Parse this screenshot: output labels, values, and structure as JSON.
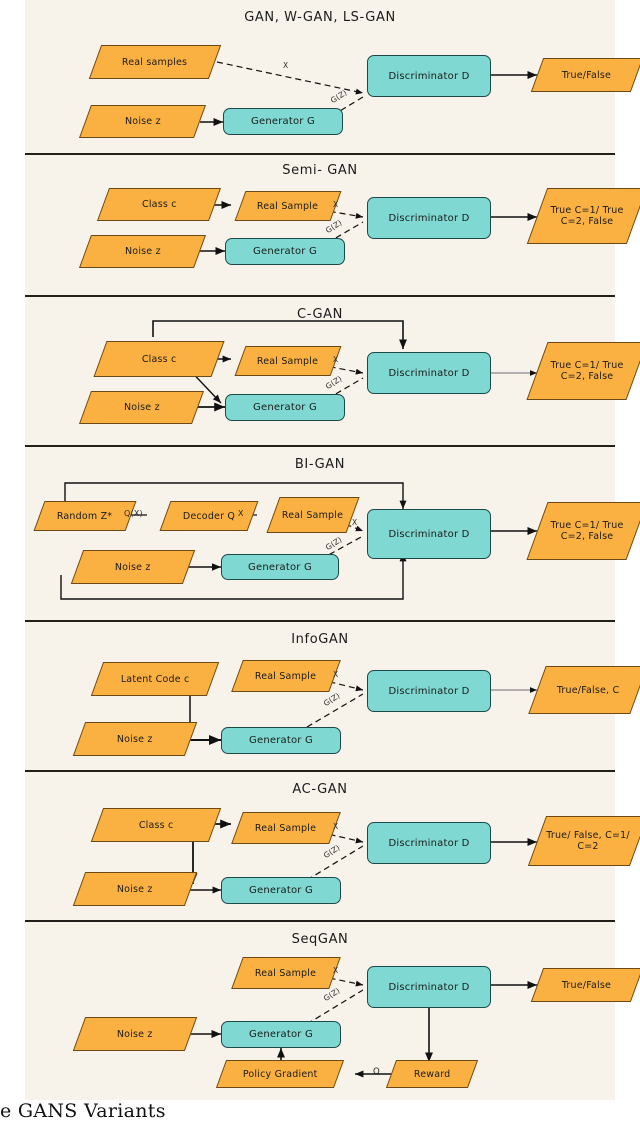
{
  "figure": {
    "caption": "e GANS Variants",
    "colors": {
      "background": "#f7f2ea",
      "data_node": "#fbb042",
      "process_node": "#7fd9d2",
      "stroke": "#23201c"
    }
  },
  "panels": [
    {
      "id": "gan",
      "title": "GAN, W-GAN, LS-GAN",
      "nodes": {
        "real": "Real samples",
        "noise": "Noise z",
        "generator": "Generator G",
        "discriminator": "Discriminator D",
        "output": "True/False"
      },
      "edges": {
        "x": "X",
        "gz": "G(Z)"
      }
    },
    {
      "id": "semi-gan",
      "title": "Semi- GAN",
      "nodes": {
        "class": "Class c",
        "real": "Real Sample",
        "noise": "Noise z",
        "generator": "Generator G",
        "discriminator": "Discriminator D",
        "output": "True C=1/ True C=2, False"
      },
      "edges": {
        "x": "X",
        "gz": "G(Z)"
      }
    },
    {
      "id": "c-gan",
      "title": "C-GAN",
      "nodes": {
        "class": "Class c",
        "real": "Real Sample",
        "noise": "Noise z",
        "generator": "Generator G",
        "discriminator": "Discriminator D",
        "output": "True C=1/ True C=2, False"
      },
      "edges": {
        "x": "X",
        "gz": "G(Z)"
      }
    },
    {
      "id": "bi-gan",
      "title": "BI-GAN",
      "nodes": {
        "random": "Random Z*",
        "decoder": "Decoder Q",
        "real": "Real Sample",
        "noise": "Noise z",
        "generator": "Generator G",
        "discriminator": "Discriminator D",
        "output": "True C=1/ True C=2, False"
      },
      "edges": {
        "qx": "Q(X)",
        "x_mid": "X",
        "x": "X",
        "gz": "G(Z)"
      }
    },
    {
      "id": "infogan",
      "title": "InfoGAN",
      "nodes": {
        "latent": "Latent Code c",
        "real": "Real Sample",
        "noise": "Noise z",
        "generator": "Generator G",
        "discriminator": "Discriminator D",
        "output": "True/False, C"
      },
      "edges": {
        "x": "X",
        "gz": "G(Z)"
      }
    },
    {
      "id": "ac-gan",
      "title": "AC-GAN",
      "nodes": {
        "class": "Class c",
        "real": "Real Sample",
        "noise": "Noise z",
        "generator": "Generator G",
        "discriminator": "Discriminator D",
        "output": "True/ False, C=1/ C=2"
      },
      "edges": {
        "x": "X",
        "gz": "G(Z)"
      }
    },
    {
      "id": "seqgan",
      "title": "SeqGAN",
      "nodes": {
        "real": "Real Sample",
        "noise": "Noise z",
        "generator": "Generator G",
        "discriminator": "Discriminator D",
        "output": "True/False",
        "policy": "Policy Gradient",
        "reward": "Reward"
      },
      "edges": {
        "x": "X",
        "gz": "G(Z)",
        "q": "Q"
      }
    }
  ]
}
